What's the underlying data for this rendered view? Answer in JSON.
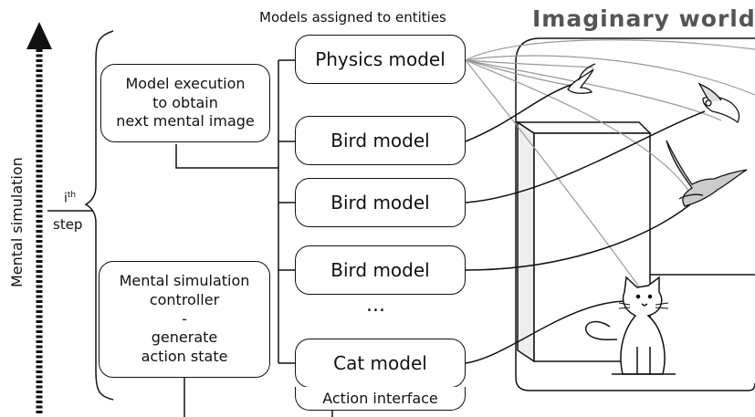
{
  "header": {
    "models_caption": "Models assigned to entities",
    "world_title": "Imaginary world"
  },
  "left": {
    "axis_label": "Mental simulation",
    "step_num": "i",
    "step_sup": "th",
    "step_word": "step"
  },
  "processes": {
    "execution": "Model execution\nto obtain\nnext mental image",
    "controller": "Mental simulation\ncontroller\n-\ngenerate\naction state"
  },
  "models": {
    "physics": "Physics model",
    "bird_1": "Bird model",
    "bird_2": "Bird model",
    "bird_3": "Bird model",
    "ellipsis": "...",
    "cat": "Cat model",
    "action_interface": "Action interface"
  },
  "colors": {
    "ink": "#111111",
    "world_title": "#555555",
    "gray_line": "#999999"
  }
}
